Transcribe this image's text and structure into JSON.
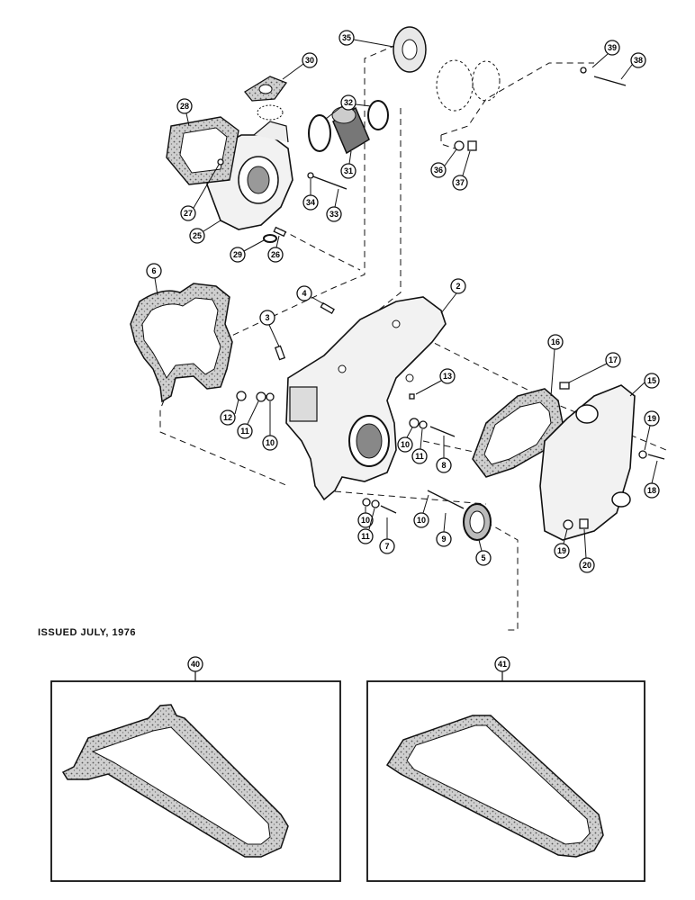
{
  "issued_note": "ISSUED JULY, 1976",
  "callouts": {
    "c2": "2",
    "c3": "3",
    "c4": "4",
    "c5": "5",
    "c6": "6",
    "c7": "7",
    "c8": "8",
    "c9": "9",
    "c10a": "10",
    "c10b": "10",
    "c10c": "10",
    "c10d": "10",
    "c11a": "11",
    "c11b": "11",
    "c11c": "11",
    "c12": "12",
    "c13": "13",
    "c15": "15",
    "c16": "16",
    "c17": "17",
    "c18": "18",
    "c19a": "19",
    "c19b": "19",
    "c20": "20",
    "c25": "25",
    "c26": "26",
    "c27": "27",
    "c28": "28",
    "c29": "29",
    "c30": "30",
    "c31": "31",
    "c32": "32",
    "c33": "33",
    "c34": "34",
    "c35": "35",
    "c36": "36",
    "c37": "37",
    "c38": "38",
    "c39": "39",
    "c40": "40",
    "c41": "41"
  },
  "colors": {
    "ink": "#111111",
    "gasket_fill": "#d6d6d6",
    "paper": "#ffffff"
  }
}
